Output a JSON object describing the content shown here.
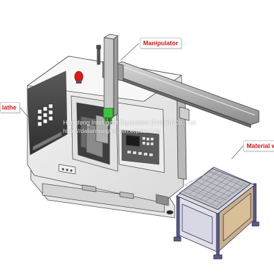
{
  "labels": {
    "manipulator": "Manipulator",
    "lathe": "lathe",
    "material": "Material w"
  },
  "watermark": {
    "line1": "Hongfeng Intelligent Equipment (Dalian) Co., Ltd",
    "line2": "https://dalianhongfeng.en.ecplaza.net"
  },
  "colors": {
    "callout_text": "#d21a1a",
    "body_light": "#ededed",
    "body_dark": "#3a3a3a",
    "accent_green": "#3ec23e",
    "frame_purple": "#5a5a8a",
    "beacon_red": "#e01818"
  }
}
